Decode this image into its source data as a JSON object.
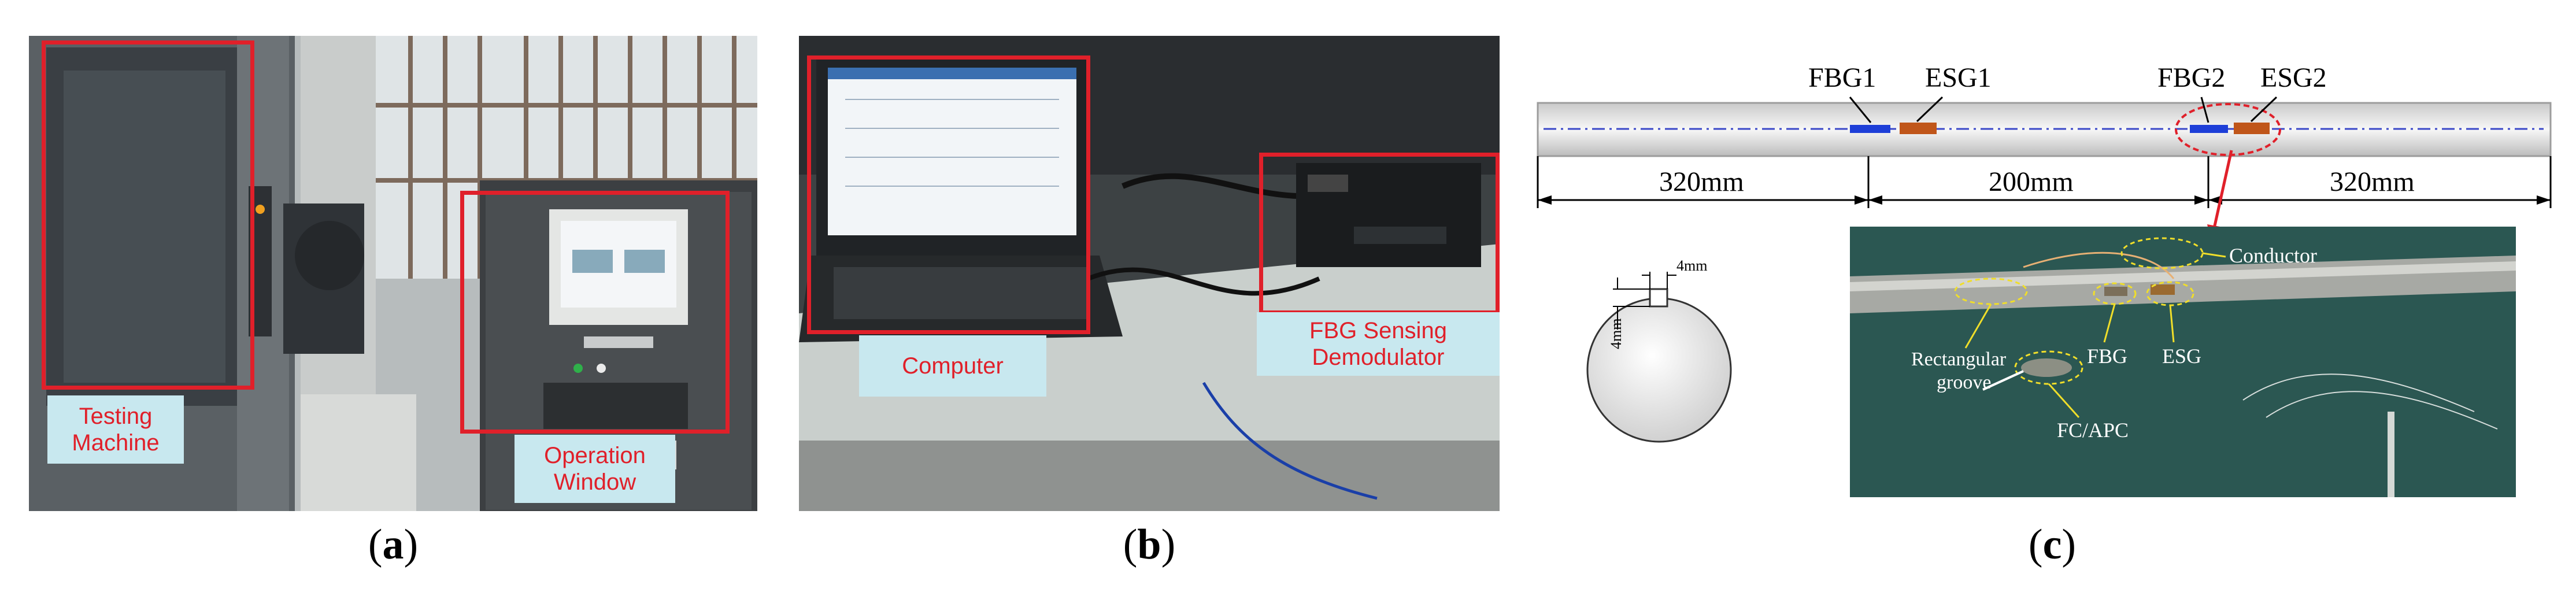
{
  "panels": {
    "a": {
      "caption": "a",
      "labels": {
        "testing_machine": "Testing Machine",
        "operation_window": "Operation Window"
      }
    },
    "b": {
      "caption": "b",
      "labels": {
        "computer": "Computer",
        "demodulator": "FBG Sensing Demodulator"
      }
    },
    "c": {
      "caption": "c",
      "bar_labels": {
        "fbg1": "FBG1",
        "esg1": "ESG1",
        "fbg2": "FBG2",
        "esg2": "ESG2"
      },
      "dimensions": {
        "left": "320mm",
        "middle": "200mm",
        "right": "320mm"
      },
      "section": {
        "groove_width": "4mm",
        "groove_depth": "4mm"
      },
      "photo_labels": {
        "conductor": "Conductor",
        "rect_groove_1": "Rectangular",
        "rect_groove_2": "groove",
        "fbg": "FBG",
        "esg": "ESG",
        "fc_apc": "FC/APC"
      }
    }
  },
  "colors": {
    "highlight": "#e0202a",
    "callout_bg": "#c8e8ef",
    "fbg": "#1e3fd8",
    "esg": "#c0561a"
  }
}
